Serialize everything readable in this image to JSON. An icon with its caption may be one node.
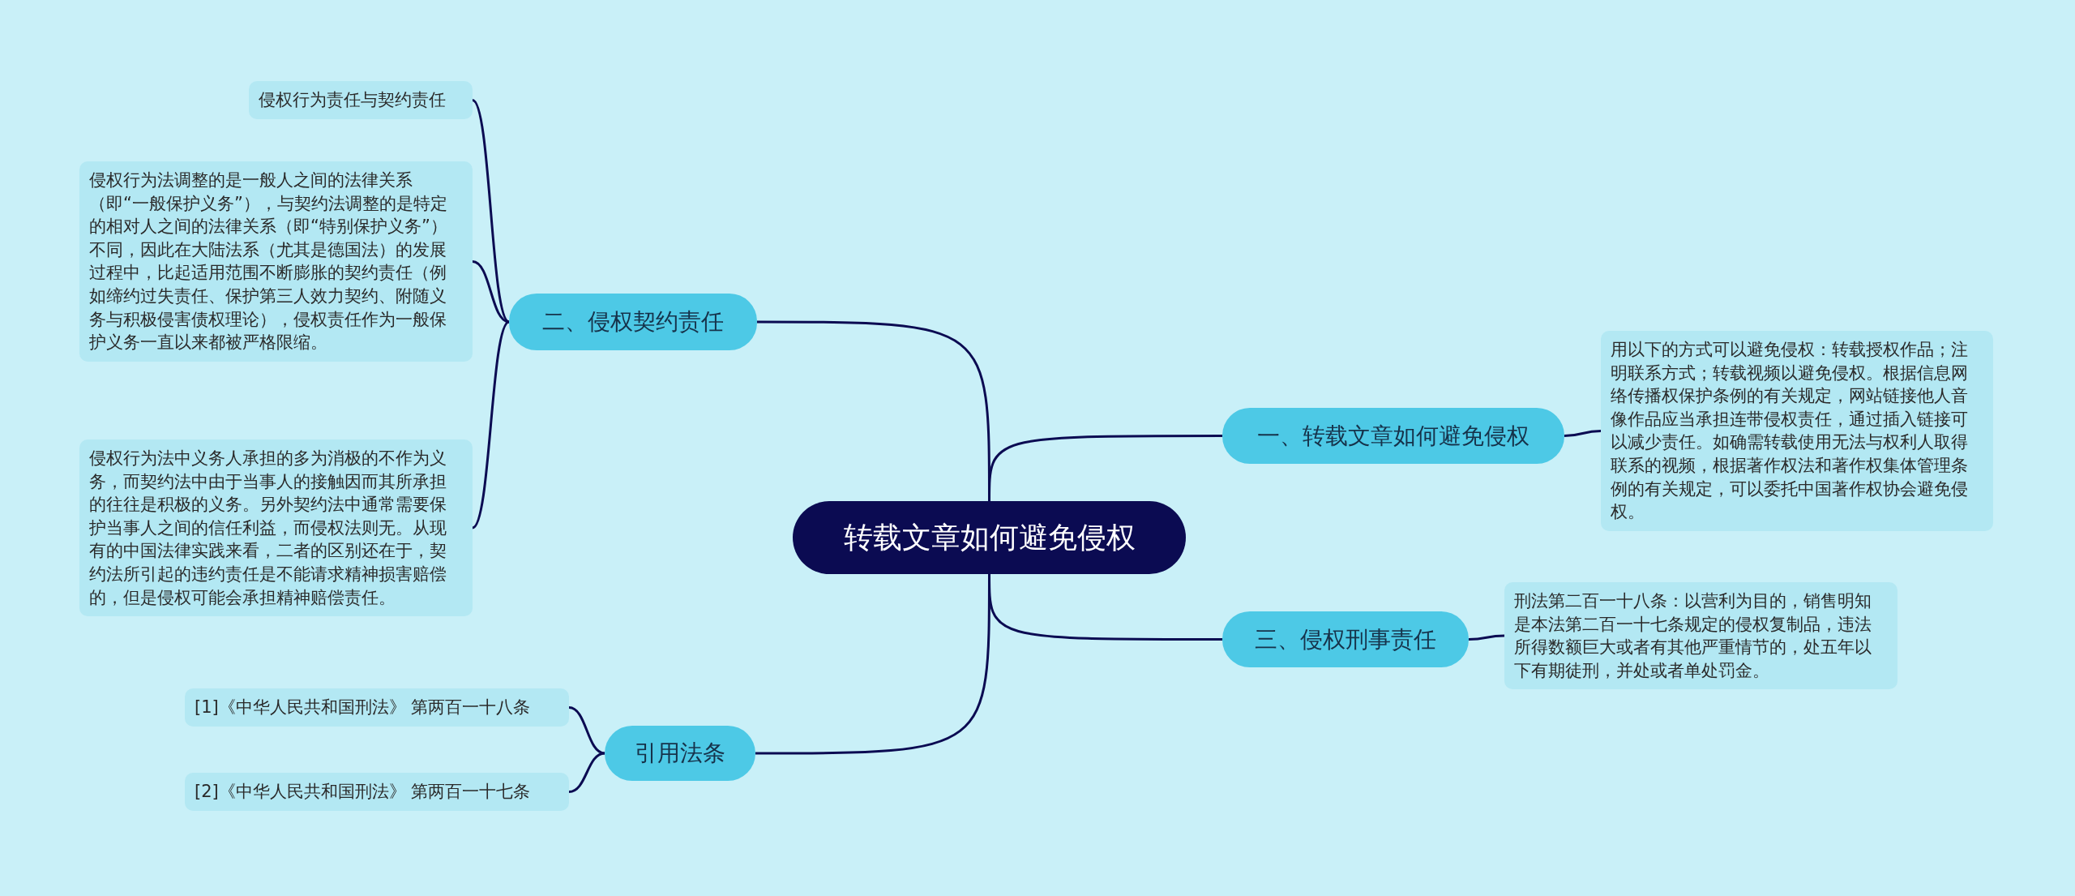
{
  "diagram": {
    "nodes": [
      {
        "text": [
          "转载文章如何避免侵权"
        ]
      },
      {
        "text": [
          "二、侵权契约责任"
        ]
      },
      {
        "text": [
          "侵权行为责任与契约责任"
        ]
      },
      {
        "text": [
          "侵权行为法调整的是一般人之间的法律关系（即“一般保护义务”），与契约法调整的是特定的相对人之间的法律关系（即“特别保护义务”）不同，因此在大陆法系（尤其是德国法）的发展过程中，比起适用范围不断膨胀的契约责任（例如缔约过失责任、保护第三人效力契约、附随义务与积极侵害债权理论），侵权责任作为一般保护义务一直以来都被严格限缩。"
        ]
      },
      {
        "text": [
          "侵权行为法中义务人承担的多为消极的不作为义务，而契约法中由于当事人的接触因而其所承担的往往是积极的义务。另外契约法中通常需要保护当事人之间的信任利益，而侵权法则无。从现有的中国法律实践来看，二者的区别还在于，契约法所引起的违约责任是不能请求精神损害赔偿的，但是侵权可能会承担精神赔偿责任。"
        ]
      },
      {
        "text": [
          "引用法条"
        ]
      },
      {
        "text": [
          "[1]《中华人民共和国刑法》 第两百一十八条"
        ]
      },
      {
        "text": [
          "[2]《中华人民共和国刑法》 第两百一十七条"
        ]
      },
      {
        "text": [
          "一、转载文章如何避免侵权"
        ]
      },
      {
        "text": [
          "用以下的方式可以避免侵权：转载授权作品；注明联系方式；转载视频以避免侵权。根据信息网络传播权保护条例的有关规定，网站链接他人音像作品应当承担连带侵权责任，通过插入链接可以减少责任。如确需转载使用无法与权利人取得联系的视频，根据著作权法和著作权集体管理条例的有关规定，可以委托中国著作权协会避免侵权。"
        ]
      },
      {
        "text": [
          "三、侵权刑事责任"
        ]
      },
      {
        "text": [
          "刑法第二百一十八条：以营利为目的，销售明知是本法第二百一十七条规定的侵权复制品，违法所得数额巨大或者有其他严重情节的，处五年以下有期徒刑，并处或者单处罚金。"
        ]
      }
    ],
    "edges": [
      {
        "from": 0,
        "to": 1,
        "arrow": "none"
      },
      {
        "from": 1,
        "to": 2,
        "arrow": "none"
      },
      {
        "from": 1,
        "to": 3,
        "arrow": "none"
      },
      {
        "from": 1,
        "to": 4,
        "arrow": "none"
      },
      {
        "from": 0,
        "to": 5,
        "arrow": "none"
      },
      {
        "from": 5,
        "to": 6,
        "arrow": "none"
      },
      {
        "from": 5,
        "to": 7,
        "arrow": "none"
      },
      {
        "from": 0,
        "to": 8,
        "arrow": "none"
      },
      {
        "from": 8,
        "to": 9,
        "arrow": "none"
      },
      {
        "from": 0,
        "to": 10,
        "arrow": "none"
      },
      {
        "from": 10,
        "to": 11,
        "arrow": "none"
      }
    ]
  }
}
